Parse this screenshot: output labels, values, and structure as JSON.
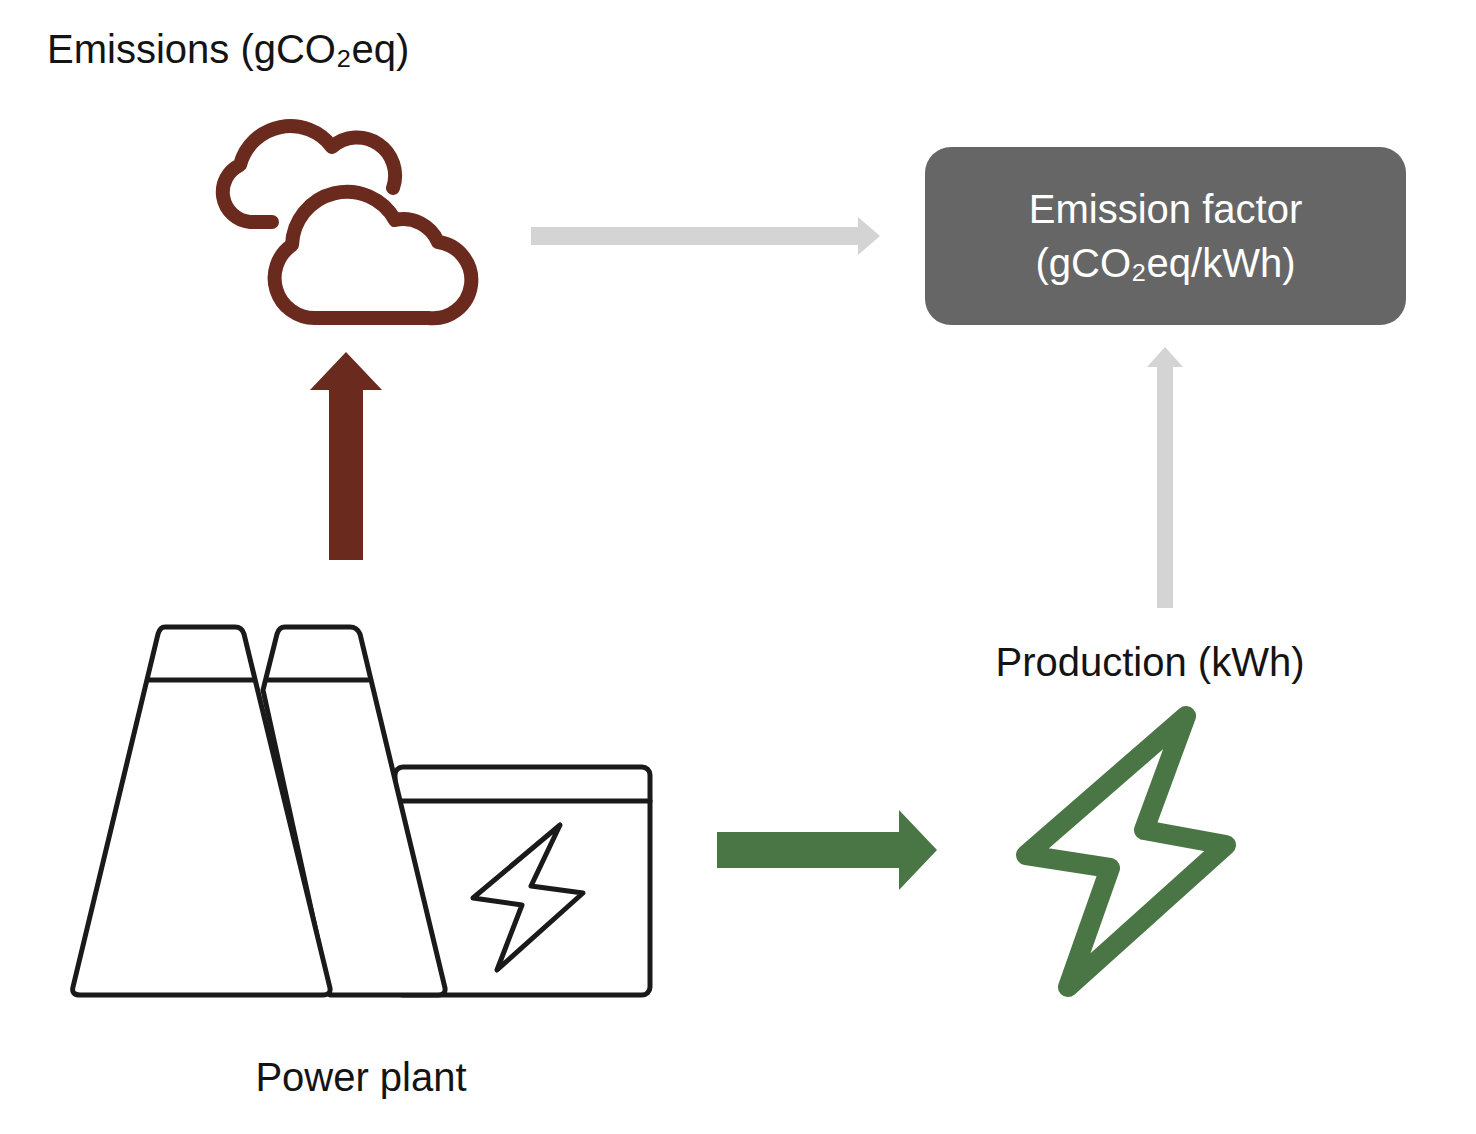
{
  "diagram": {
    "nodes": [
      {
        "text": [
          "Emissions (gCO₂eq)"
        ]
      },
      {
        "text": [
          "Emission factor (gCO₂eq/kWh)"
        ]
      },
      {
        "text": [
          "Production (kWh)"
        ]
      },
      {
        "text": [
          "Power plant"
        ]
      }
    ],
    "edges": [
      {
        "from": 0,
        "to": 1,
        "arrow": "to"
      },
      {
        "from": 2,
        "to": 1,
        "arrow": "to"
      },
      {
        "from": 3,
        "to": 0,
        "arrow": "to"
      },
      {
        "from": 3,
        "to": 2,
        "arrow": "to"
      }
    ]
  }
}
